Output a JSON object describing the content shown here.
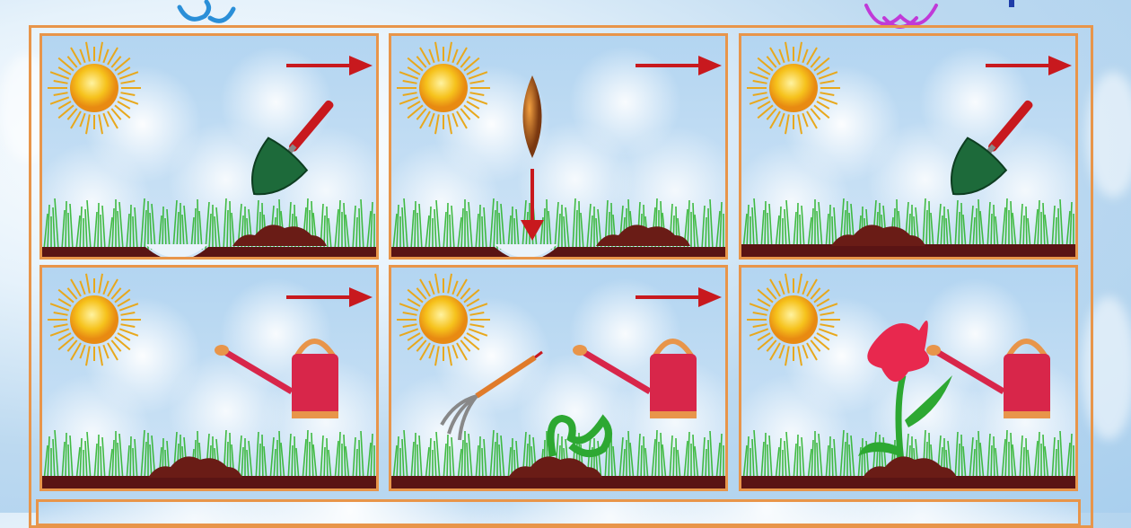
{
  "scene": {
    "panels": [
      {
        "id": "p1",
        "arrow": true,
        "items": [
          "sun",
          "hole",
          "shovel",
          "soil-pile"
        ]
      },
      {
        "id": "p2",
        "arrow": true,
        "items": [
          "sun",
          "seed",
          "down-arrow",
          "hole",
          "soil-pile"
        ]
      },
      {
        "id": "p3",
        "arrow": true,
        "items": [
          "sun",
          "shovel",
          "soil-pile"
        ]
      },
      {
        "id": "p4",
        "arrow": true,
        "items": [
          "sun",
          "watering-can",
          "soil-pile"
        ]
      },
      {
        "id": "p5",
        "arrow": true,
        "items": [
          "sun",
          "rake",
          "sprout",
          "watering-can",
          "soil-pile"
        ]
      },
      {
        "id": "p6",
        "arrow": false,
        "items": [
          "sun",
          "flower",
          "watering-can",
          "soil-pile"
        ]
      }
    ]
  },
  "colors": {
    "frame": "#e8954a",
    "arrow": "#c8191e",
    "soil": "#5a1414",
    "grass": "#2fb52f",
    "sun": "#f6c21c",
    "can": "#d8264a",
    "flower": "#e8284e"
  }
}
